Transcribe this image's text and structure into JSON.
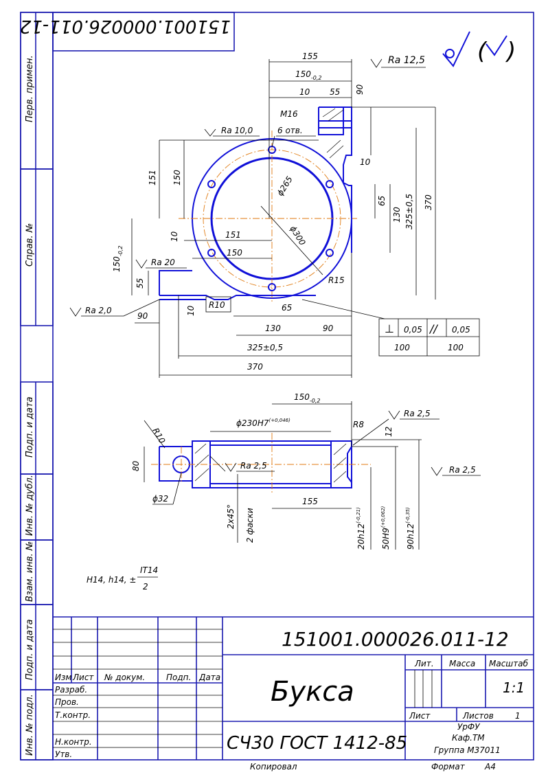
{
  "stamp_top": "151001.000026.011-12",
  "roughness_general": "Ra 12,5",
  "margin_labels": [
    "Перв. примен.",
    "Справ. №",
    "Подп. и дата",
    "Инв. № дубл.",
    "Взам. инв. №",
    "Подп. и дата",
    "Инв. № подл."
  ],
  "view1": {
    "dims": {
      "d155": "155",
      "d150": "150",
      "d150_tol": "-0,2",
      "d10": "10",
      "d55": "55",
      "d90": "90",
      "m16": "M16",
      "holes": "6 отв.",
      "ra10": "Ra 10,0",
      "d151v": "151",
      "d150v": "150",
      "dia265": "ϕ265",
      "dia300": "ϕ300",
      "d10b": "10",
      "d65": "65",
      "d130": "130",
      "d325": "325±0,5",
      "d370": "370",
      "d151h": "151",
      "d150h": "150",
      "d150y": "150",
      "d150y_tol": "-0,2",
      "ra20": "Ra 20",
      "d55b": "55",
      "r15": "R15",
      "ra2": "Ra 2,0",
      "d90b": "90",
      "d10c": "10",
      "r10": "R10",
      "d65b": "65",
      "d130b": "130",
      "d90c": "90",
      "d325b": "325±0,5",
      "d370b": "370"
    },
    "tolerance": {
      "perp_val": "0,05",
      "par_val": "0,05",
      "base1": "100",
      "base2": "100"
    }
  },
  "view2": {
    "dims": {
      "d150": "150",
      "d150_tol": "-0,2",
      "dia230": "ϕ230H7",
      "dia230_tol": "(+0,046)",
      "r8": "R8",
      "ra25a": "Ra 2,5",
      "d12": "12",
      "r10": "R10",
      "d80": "80",
      "ra25b": "Ra 2,5",
      "ra25c": "Ra 2,5",
      "dia32": "ϕ32",
      "d155": "155",
      "chamfer": "2x45°",
      "chamfer2": "2 фаски",
      "h20": "20h12",
      "h20_tol": "(-0,21)",
      "h50": "50H9",
      "h50_tol": "(+0,062)",
      "h90": "90h12",
      "h90_tol": "(-0,35)"
    }
  },
  "note_tol": "H14, h14, ±",
  "note_it": "IT14",
  "note_2": "2",
  "title_block": {
    "doc_number": "151001.000026.011-12",
    "name": "Букса",
    "material": "СЧ30 ГОСТ 1412-85",
    "col_izm": "Изм",
    "col_list": "Лист",
    "col_doc": "№ докум.",
    "col_sign": "Подп.",
    "col_date": "Дата",
    "row_razrab": "Разраб.",
    "row_prov": "Пров.",
    "row_tkontr": "Т.контр.",
    "row_nkontr": "Н.контр.",
    "row_utv": "Утв.",
    "lit": "Лит.",
    "massa": "Масса",
    "masshtab": "Масштаб",
    "scale_value": "1:1",
    "list": "Лист",
    "listov": "Листов",
    "listov_value": "1",
    "org1": "УрФУ",
    "org2": "Каф.ТМ",
    "org3": "Группа М37011",
    "kopiroval": "Копировал",
    "format": "Формат",
    "format_value": "А4"
  }
}
